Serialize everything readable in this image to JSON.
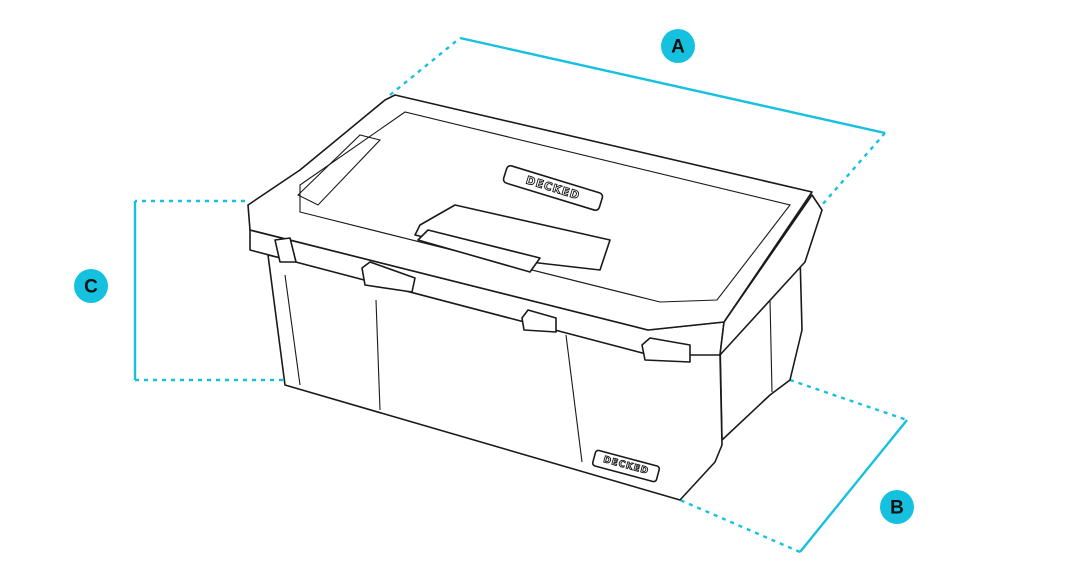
{
  "diagram": {
    "accent_color": "#16c1e0",
    "line_color": "#1a1a1a",
    "dimension_labels": [
      {
        "id": "A",
        "text": "A"
      },
      {
        "id": "B",
        "text": "B"
      },
      {
        "id": "C",
        "text": "C"
      }
    ],
    "lid_badge": "DECKED",
    "front_badge": "DECKED"
  }
}
